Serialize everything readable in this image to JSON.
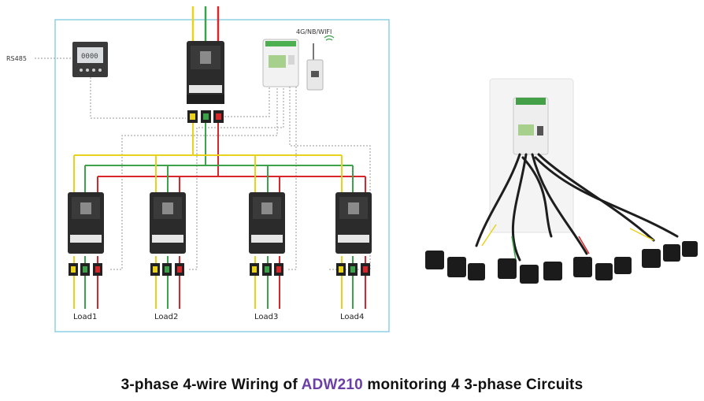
{
  "labels": {
    "rs485": "RS485",
    "wireless": "4G/NB/WIFI",
    "loads": [
      "Load1",
      "Load2",
      "Load3",
      "Load4"
    ]
  },
  "caption": {
    "before": "3-phase 4-wire Wiring of ",
    "highlight": "ADW210",
    "after": " monitoring 4 3-phase Circuits"
  },
  "colors": {
    "phase_yellow": "#e8d21c",
    "phase_green": "#3ca34a",
    "phase_red": "#d8262a",
    "enclosure": "#8fd0e6",
    "dotted_signal": "#9a9a9a",
    "caption_highlight": "#6b3fa6"
  }
}
